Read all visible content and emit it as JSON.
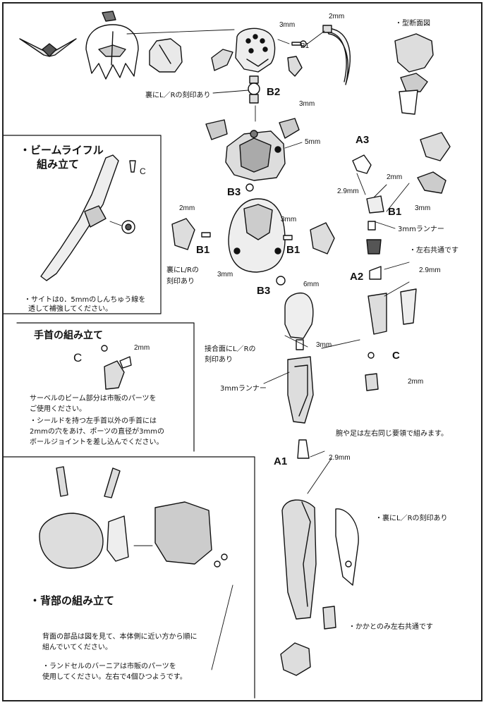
{
  "sections": {
    "rifle": {
      "title1": "・ビームライフル",
      "title2": "組み立て",
      "label_c": "C",
      "note1": "・サイトは0．5mmのしんちゅう線を",
      "note2": "透して補強してください。"
    },
    "wrist": {
      "title": "手首の組み立て",
      "label_c": "C",
      "label_2mm": "2mm",
      "note1": "サーベルのビーム部分は市販のパーツを",
      "note2": "ご使用ください。",
      "note3": "・シールドを持つ左手首以外の手首には",
      "note4": "2mmの穴をあけ、ポーツの直径が3mmの",
      "note5": "ボールジョイントを差し込んでください。"
    },
    "back": {
      "title": "・背部の組み立て",
      "note1": "背面の部品は図を見て、本体側に近い方から順に",
      "note2": "組んでいてください。",
      "note3": "・ランドセルのバーニアは市販のパーツを",
      "note4": "使用してください。左右で4個ひつようです。"
    }
  },
  "labels": {
    "head_3mm": "3mm",
    "head_2mm": "2mm",
    "head_b1": "B1",
    "section_view": "・型断面図",
    "ura_lr_1": "裏にL／Rの刻印あり",
    "b2": "B2",
    "neck_3mm": "3mm",
    "torso_5mm": "5mm",
    "a3": "A3",
    "arm_2mm": "2mm",
    "arm_29mm": "2.9mm",
    "arm_b1": "B1",
    "arm_3mm": "3mm",
    "b3_top": "B3",
    "runner_3mm_right": "3mmランナー",
    "common_lr": "・左右共通です",
    "shoulder_2mm": "2mm",
    "shoulder_3mm": "3mm",
    "b1_left": "B1",
    "b1_right": "B1",
    "ura_lr_2a": "裏にL/Rの",
    "ura_lr_2b": "刻印あり",
    "waist_3mm": "3mm",
    "a2": "A2",
    "a2_29mm": "2.9mm",
    "b3_bottom": "B3",
    "hip_6mm": "6mm",
    "joint_lr_a": "接合面にL／Rの",
    "joint_lr_b": "刻印あり",
    "thigh_3mm": "3mm",
    "c_right": "C",
    "c_right_2mm": "2mm",
    "runner_3mm_left": "3mmランナー",
    "limbs_same": "腕や足は左右同じ要領で組みます。",
    "a1": "A1",
    "a1_29mm": "2.9mm",
    "ura_lr_3": "・裏にL／Rの刻印あり",
    "heel_common": "・かかとのみ左右共通です"
  }
}
